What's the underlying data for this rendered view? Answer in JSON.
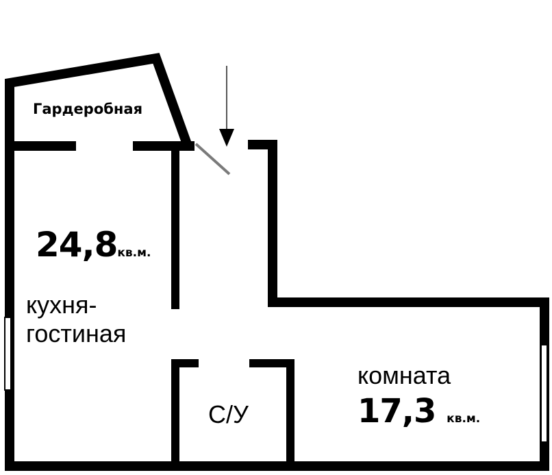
{
  "plan": {
    "rooms": {
      "wardrobe": {
        "label": "Гардеробная"
      },
      "kitchen_living": {
        "label_line1": "кухня-",
        "label_line2": "гостиная",
        "area_value": "24,8",
        "area_unit": "кв.м."
      },
      "bathroom": {
        "label": "С/У"
      },
      "room": {
        "label": "комната",
        "area_value": "17,3",
        "area_unit": "кв.м."
      }
    },
    "colors": {
      "wall": "#000000",
      "door_leaf": "#7a7a7a",
      "background": "#ffffff"
    },
    "icons": {
      "entrance": "entrance-arrow-icon"
    }
  }
}
